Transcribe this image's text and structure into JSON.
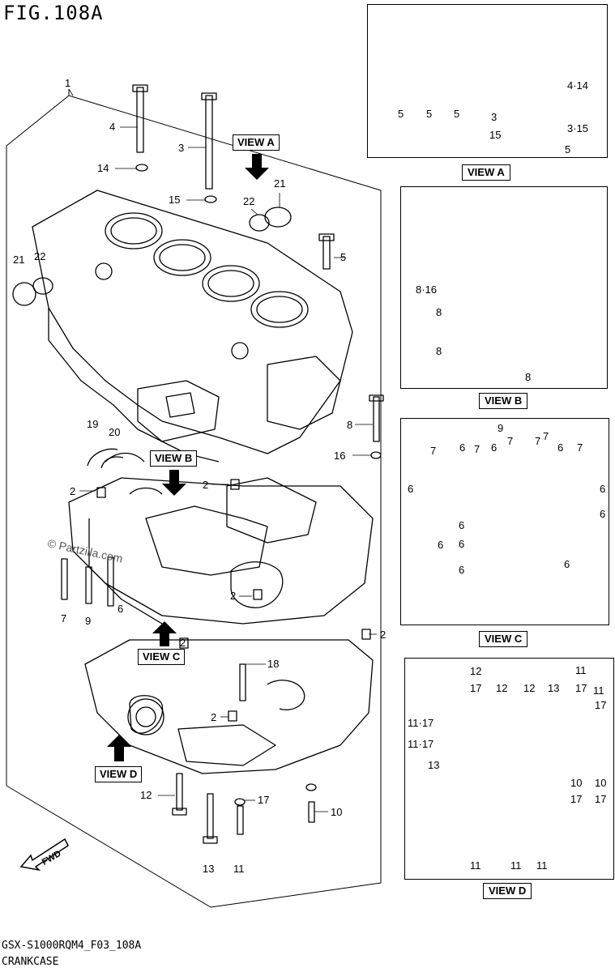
{
  "figure": {
    "title": "FIG.108A",
    "code": "GSX-S1000RQM4_F03_108A",
    "name": "CRANKCASE",
    "watermark": "© Partzilla.com",
    "fwd_label": "FWD"
  },
  "views": {
    "a": {
      "label": "VIEW A",
      "callouts": [
        "4·14",
        "5",
        "5",
        "5",
        "3",
        "15",
        "3·15",
        "5"
      ]
    },
    "b": {
      "label": "VIEW B",
      "callouts": [
        "8·16",
        "8",
        "8",
        "8"
      ]
    },
    "c": {
      "label": "VIEW C",
      "callouts": [
        "9",
        "7",
        "6",
        "7",
        "6",
        "7",
        "7",
        "7",
        "6",
        "7",
        "6",
        "6",
        "6",
        "6",
        "6",
        "6",
        "6",
        "6"
      ]
    },
    "d": {
      "label": "VIEW D",
      "callouts": [
        "12",
        "17",
        "12",
        "12",
        "13",
        "11",
        "17",
        "11",
        "17",
        "11·17",
        "11·17",
        "13",
        "10",
        "17",
        "10",
        "17",
        "11",
        "11",
        "11"
      ]
    }
  },
  "main": {
    "view_tags": [
      "VIEW A",
      "VIEW B",
      "VIEW C",
      "VIEW D"
    ],
    "callouts": [
      "1",
      "4",
      "3",
      "14",
      "15",
      "22",
      "21",
      "21",
      "22",
      "5",
      "8",
      "16",
      "19",
      "20",
      "2",
      "2",
      "2",
      "7",
      "9",
      "6",
      "2",
      "2",
      "18",
      "2",
      "12",
      "17",
      "10",
      "13",
      "11"
    ]
  }
}
